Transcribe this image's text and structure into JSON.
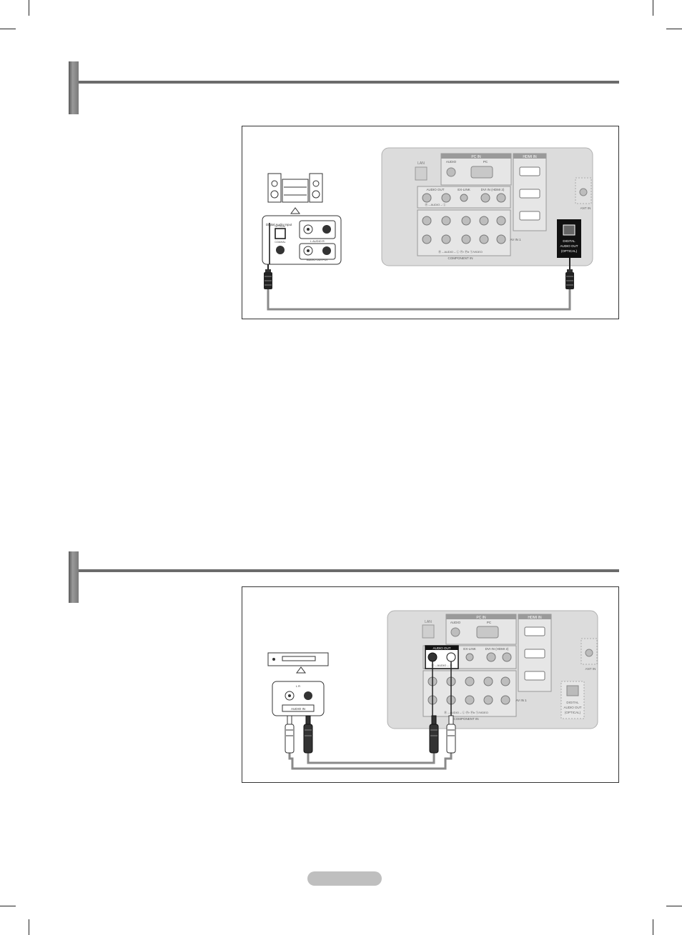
{
  "diagram1": {
    "tv_panel": {
      "lan": "LAN",
      "pc_in": "PC IN",
      "audio": "AUDIO",
      "pc": "PC",
      "hdmi_in": "HDMI IN",
      "audio_out": "AUDIO OUT",
      "ex_link": "EX-LINK",
      "dvi_in": "DVI IN (HDMI 2)",
      "audio_lr": "Ⓡ – AUDIO – Ⓛ",
      "ant_in": "ANT IN",
      "av_in": "AV IN 1",
      "component_in": "COMPONENT IN",
      "bottom_row": "Ⓡ – AUDIO – Ⓛ   Ⓟr   Ⓟb   Ⓨ/VIDEO",
      "digital_audio_out": [
        "DIGITAL",
        "AUDIO OUT",
        "(OPTICAL)"
      ]
    },
    "device": {
      "digital_audio_input": "Digital Audio Input",
      "optical": "OPTICAL",
      "coaxial": "COAXIAL",
      "audio_lr": "L   AUDIO   R",
      "audio_output": "AUDIO OUTPUT"
    }
  },
  "diagram2": {
    "tv_panel": {
      "lan": "LAN",
      "pc_in": "PC IN",
      "audio": "AUDIO",
      "pc": "PC",
      "hdmi_in": "HDMI IN",
      "audio_out": "AUDIO OUT",
      "ex_link": "EX-LINK",
      "dvi_in": "DVI IN (HDMI 2)",
      "audio_lr": "Ⓡ – AUDIO – Ⓛ",
      "ant_in": "ANT IN",
      "av_in": "AV IN 1",
      "component_in": "COMPONENT IN",
      "bottom_row": "Ⓡ – AUDIO – Ⓛ   Ⓟr   Ⓟb   Ⓨ/VIDEO",
      "digital_audio_out": [
        "DIGITAL",
        "AUDIO OUT",
        "(OPTICAL)"
      ]
    },
    "device": {
      "audio_lr": "L   R",
      "audio_in": "AUDIO IN"
    }
  },
  "colors": {
    "panel_fill": "#dcdcdc",
    "port_fill": "#bdbdbd",
    "cable": "#8a8a8a",
    "text_dark": "#333333"
  },
  "icons": [
    "stereo-system-icon",
    "vcr-icon",
    "rca-plug-icon",
    "optical-plug-icon",
    "hdmi-port-icon"
  ]
}
